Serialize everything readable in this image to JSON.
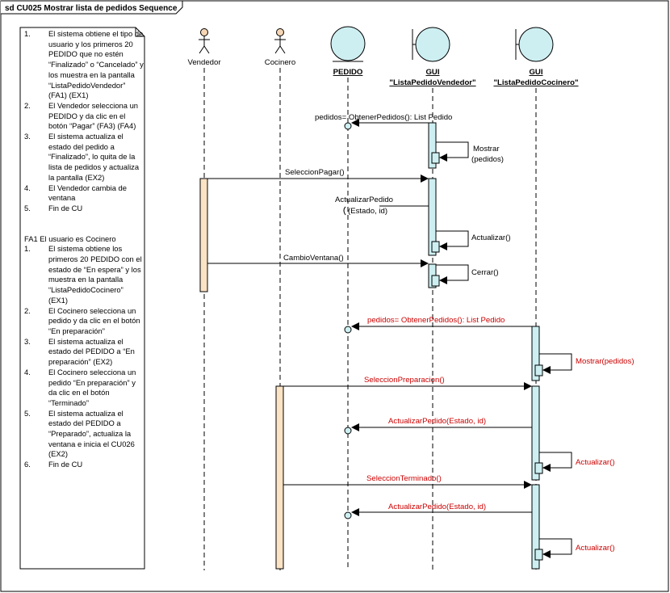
{
  "frame": {
    "title": "sd CU025 Mostrar lista de pedidos Sequence"
  },
  "lifelines": {
    "vendedor": "Vendedor",
    "cocinero": "Cocinero",
    "pedido": "PEDIDO",
    "gui_vendedor_kind": "GUI",
    "gui_vendedor_name": "\"ListaPedidoVendedor\"",
    "gui_cocinero_kind": "GUI",
    "gui_cocinero_name": "\"ListaPedidoCocinero\""
  },
  "note": {
    "main_steps": [
      {
        "n": "1.",
        "text": "El sistema obtiene el tipo de usuario y los primeros 20 PEDIDO que no estén “Finalizado” o “Cancelado” y los muestra en la pantalla “ListaPedidoVendedor” (FA1) (EX1)"
      },
      {
        "n": "2.",
        "text": "El Vendedor selecciona un PEDIDO y da clic en el botón “Pagar” (FA3) (FA4)"
      },
      {
        "n": "3.",
        "text": "El sistema actualiza el estado del pedido a “Finalizado”, lo quita de la lista de pedidos y actualiza la pantalla (EX2)"
      },
      {
        "n": "4.",
        "text": "El Vendedor cambia de ventana"
      },
      {
        "n": "5.",
        "text": "Fin de CU"
      }
    ],
    "alt_title": "FA1 El usuario es Cocinero",
    "alt_steps": [
      {
        "n": "1.",
        "text": "El sistema obtiene los primeros 20 PEDIDO con el estado de “En espera” y los muestra en la pantalla “ListaPedidoCocinero” (EX1)"
      },
      {
        "n": "2.",
        "text": "El Cocinero selecciona un pedido y da clic en el botón “En preparación”"
      },
      {
        "n": "3.",
        "text": "El sistema actualiza el estado del PEDIDO a “En preparación” (EX2)"
      },
      {
        "n": "4.",
        "text": "El Cocinero selecciona un pedido “En preparación” y da clic en el botón “Terminado”"
      },
      {
        "n": "5.",
        "text": "El sistema actualiza el estado del PEDIDO a “Preparado”, actualiza la ventana e inicia el CU026 (EX2)"
      },
      {
        "n": "6.",
        "text": "Fin de CU"
      }
    ]
  },
  "messages": {
    "m1": "pedidos= ObtenerPedidos(): List Pedido",
    "m2a": "Mostrar",
    "m2b": "(pedidos)",
    "m3": "SeleccionPagar()",
    "m4a": "ActualizarPedido",
    "m4b": "(Estado, id)",
    "m5": "Actualizar()",
    "m6": "CambioVentana()",
    "m7": "Cerrar()",
    "m8": "pedidos= ObtenerPedidos(): List Pedido",
    "m9": "Mostrar(pedidos)",
    "m10": "SeleccionPreparacion()",
    "m11": "ActualizarPedido(Estado, id)",
    "m12": "Actualizar()",
    "m13": "SeleccionTerminado()",
    "m14": "ActualizarPedido(Estado, id)",
    "m15": "Actualizar()"
  },
  "colors": {
    "activation_blue": "#cdeff2",
    "activation_orange": "#fbe3c6",
    "entity_fill": "#cdeff2",
    "actor_fill": "#f6d6b5",
    "red_label": "#cc0000"
  }
}
